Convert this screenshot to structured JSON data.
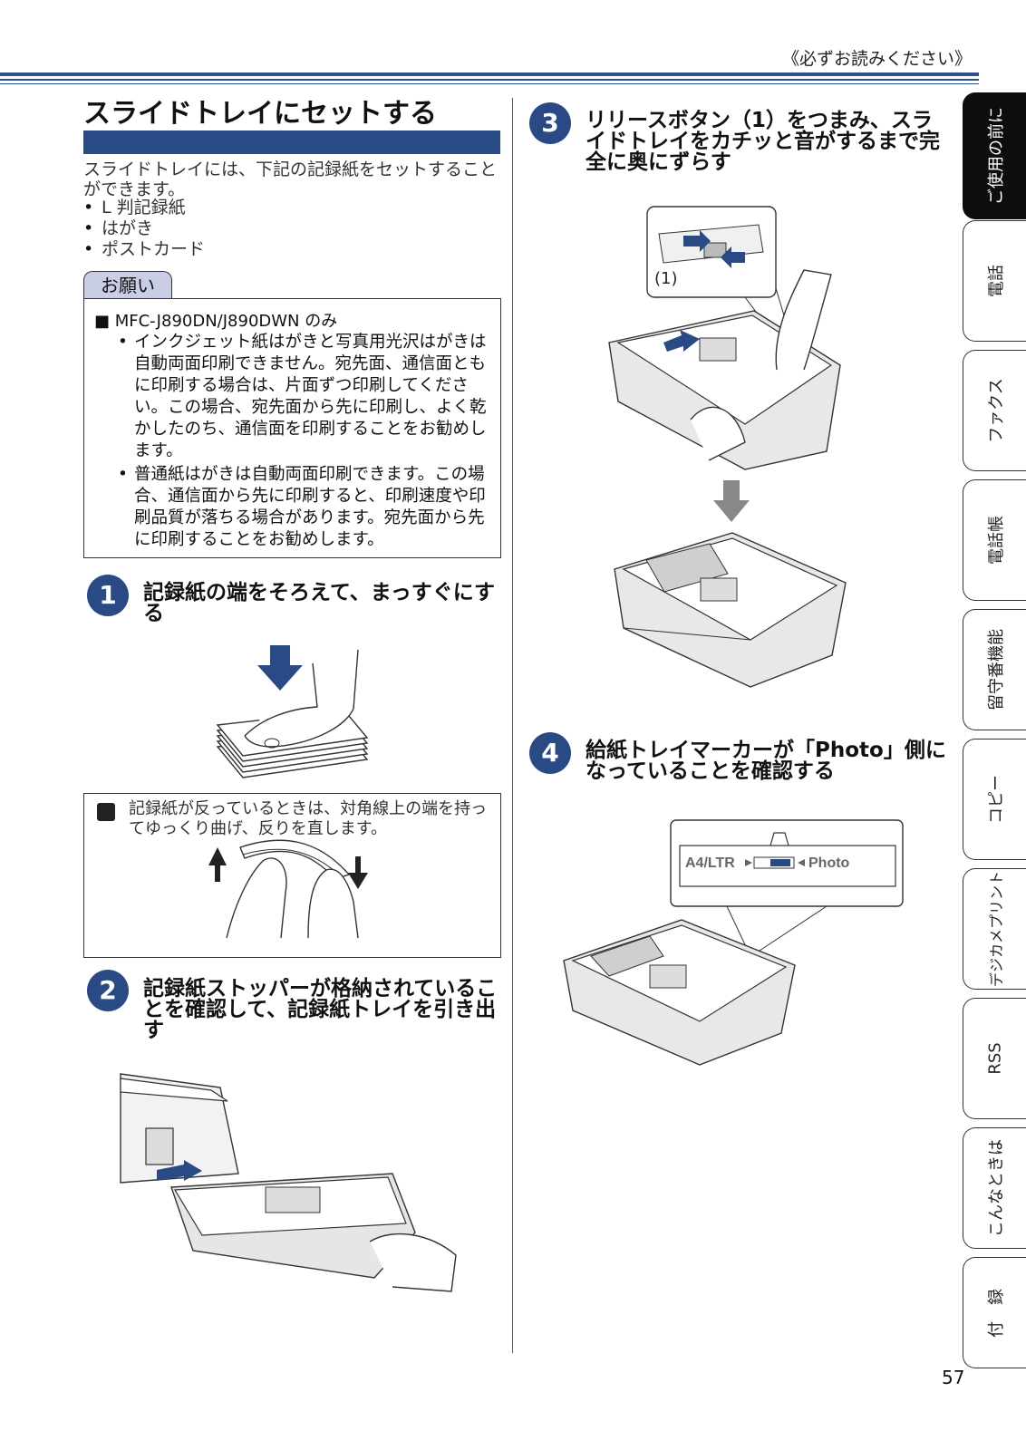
{
  "header": {
    "note": "《必ずお読みください》"
  },
  "section": {
    "title": "スライドトレイにセットする",
    "intro": "スライドトレイには、下記の記録紙をセットすることができます。",
    "paper_types": [
      "L 判記録紙",
      "はがき",
      "ポストカード"
    ]
  },
  "onegai": {
    "label": "お願い",
    "model": "■ MFC-J890DN/J890DWN のみ",
    "items": [
      "インクジェット紙はがきと写真用光沢はがきは自動両面印刷できません。宛先面、通信面ともに印刷する場合は、片面ずつ印刷してください。この場合、宛先面から先に印刷し、よく乾かしたのち、通信面を印刷することをお勧めします。",
      "普通紙はがきは自動両面印刷できます。この場合、通信面から先に印刷すると、印刷速度や印刷品質が落ちる場合があります。宛先面から先に印刷することをお勧めします。"
    ]
  },
  "steps": [
    {
      "num": "1",
      "text": "記録紙の端をそろえて、まっすぐにする"
    },
    {
      "num": "2",
      "text": "記録紙ストッパーが格納されていることを確認して、記録紙トレイを引き出す"
    },
    {
      "num": "3",
      "text": "リリースボタン（1）をつまみ、スライドトレイをカチッと音がするまで完全に奥にずらす"
    },
    {
      "num": "4",
      "text": "給紙トレイマーカーが「Photo」側になっていることを確認する"
    }
  ],
  "note": {
    "text": "記録紙が反っているときは、対角線上の端を持ってゆっくり曲げ、反りを直します。"
  },
  "callouts": {
    "release_button": "(1)",
    "marker_left": "A4/LTR",
    "marker_right": "Photo"
  },
  "sidebar": {
    "tabs": [
      "ご使用の前に",
      "電話",
      "ファクス",
      "電話帳",
      "留守番機能",
      "コピー",
      "デジカメプリント",
      "RSS",
      "こんなときは",
      "付　録"
    ],
    "active_index": 0
  },
  "page_number": "57",
  "colors": {
    "accent": "#2a4a86",
    "tab_active": "#0d0d0d",
    "onegai_bg": "#c9cde6"
  }
}
